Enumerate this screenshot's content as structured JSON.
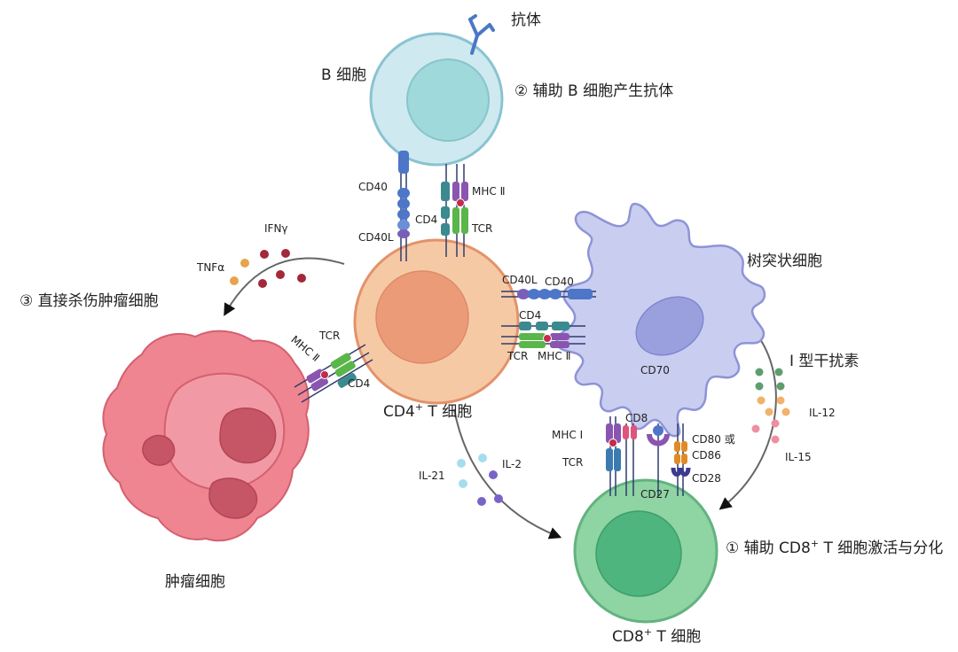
{
  "labels": {
    "antibody": "抗体",
    "b_cell": "B 细胞",
    "help_b_cell": "② 辅助 B 细胞产生抗体",
    "cd40_top": "CD40",
    "cd40l_top": "CD40L",
    "cd4_top": "CD4",
    "mhc2_top": "MHC Ⅱ",
    "tcr_top": "TCR",
    "ifn_gamma": "IFNγ",
    "tnf_alpha": "TNFα",
    "kill_tumor": "③ 直接杀伤肿瘤细胞",
    "mhc2_tumor": "MHC Ⅱ",
    "tcr_tumor": "TCR",
    "cd4_tumor": "CD4",
    "cd4_t_cell_main": "CD4",
    "cd4_t_cell_sup": "+",
    "cd4_t_cell_rest": " T 细胞",
    "tumor_cell": "肿瘤细胞",
    "dendritic_cell": "树突状细胞",
    "cd40l_right": "CD40L",
    "cd40_right": "CD40",
    "cd4_right": "CD4",
    "tcr_right": "TCR",
    "mhc2_right": "MHC Ⅱ",
    "cd70": "CD70",
    "ifn_type1": "Ⅰ 型干扰素",
    "il12": "IL-12",
    "il15": "IL-15",
    "cd8": "CD8",
    "mhc1": "MHC Ⅰ",
    "tcr_cd8": "TCR",
    "cd80_86_a": "CD80 或",
    "cd80_86_b": "CD86",
    "cd27": "CD27",
    "cd28": "CD28",
    "il21": "IL-21",
    "il2": "IL-2",
    "help_cd8": "① 辅助 CD8",
    "help_cd8_sup": "+",
    "help_cd8_rest": " T 细胞激活与分化",
    "cd8_t_cell_main": "CD8",
    "cd8_t_cell_sup": "+",
    "cd8_t_cell_rest": " T 细胞"
  },
  "colors": {
    "b_cell_outer": "#cfe9f0",
    "b_cell_inner": "#9fd9dc",
    "cd4_outer": "#f6c9a5",
    "cd4_inner": "#ec9b78",
    "dc_body": "#c9cdf0",
    "dc_nucleus": "#9aa0de",
    "tumor_body": "#ee8591",
    "tumor_nucleus": "#c65566",
    "cd8_outer": "#8fd4a3",
    "cd8_inner": "#4fb57e",
    "tcr_green": "#5ab54a",
    "cd4_teal": "#3b8a8f",
    "mhc_purple": "#8a55b0",
    "cd40_blue": "#4d76c8",
    "ifn_red": "#a3283a",
    "tnf_orange": "#e7a44a"
  }
}
